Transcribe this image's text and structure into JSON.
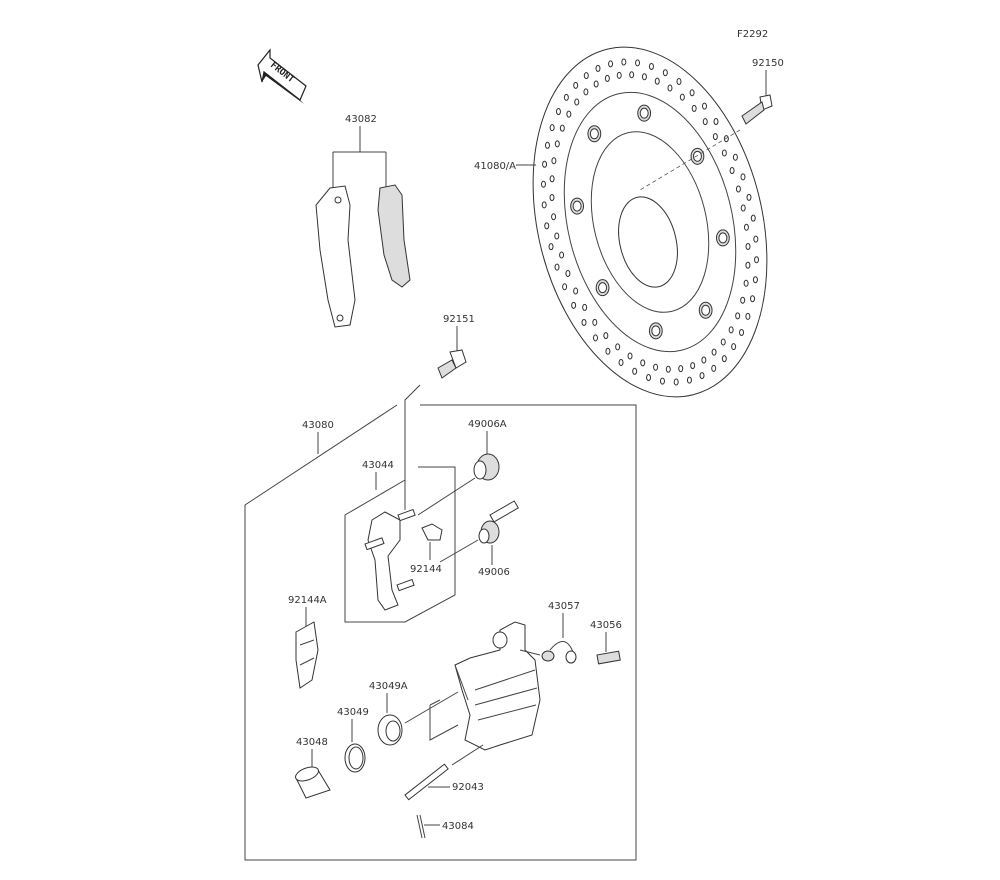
{
  "diagram": {
    "figure_code": "F2292",
    "front_arrow_text": "FRONT",
    "parts": {
      "p92150": "92150",
      "p41080A": "41080/A",
      "p43082": "43082",
      "p92151": "92151",
      "p43080": "43080",
      "p43044": "43044",
      "p49006A": "49006A",
      "p92144": "92144",
      "p49006": "49006",
      "p92144A": "92144A",
      "p43057": "43057",
      "p43056": "43056",
      "p43049A": "43049A",
      "p43049": "43049",
      "p43048": "43048",
      "p92043": "92043",
      "p43084": "43084"
    }
  }
}
